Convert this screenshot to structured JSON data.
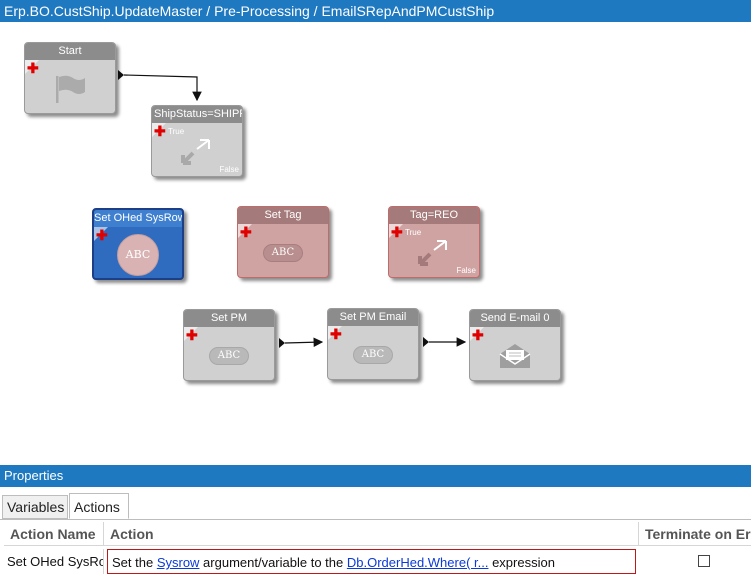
{
  "window": {
    "title": "Erp.BO.CustShip.UpdateMaster / Pre-Processing / EmailSRepAndPMCustShip"
  },
  "workflow": {
    "nodes": [
      {
        "id": "start",
        "label": "Start",
        "icon": "flag-icon"
      },
      {
        "id": "shipstatus",
        "label": "ShipStatus=SHIPPED",
        "icon": "condition-arrows-icon",
        "true_label": "True",
        "false_label": "False"
      },
      {
        "id": "set-ohed-sysrow",
        "label": "Set OHed SysRow",
        "icon": "abc-icon",
        "glyph_text": "ABC",
        "selected": true
      },
      {
        "id": "set-tag",
        "label": "Set Tag",
        "icon": "abc-icon",
        "glyph_text": "ABC"
      },
      {
        "id": "tag-reo",
        "label": "Tag=REO",
        "icon": "condition-arrows-icon",
        "true_label": "True",
        "false_label": "False"
      },
      {
        "id": "set-pm",
        "label": "Set PM",
        "icon": "abc-icon",
        "glyph_text": "ABC"
      },
      {
        "id": "set-pm-email",
        "label": "Set PM Email",
        "icon": "abc-icon",
        "glyph_text": "ABC"
      },
      {
        "id": "send-email",
        "label": "Send E-mail 0",
        "icon": "envelope-icon"
      }
    ],
    "plus_glyph": "✚"
  },
  "properties": {
    "title": "Properties",
    "tabs": [
      "Variables",
      "Actions"
    ],
    "active_tab": "Actions",
    "columns": [
      "Action Name",
      "Action",
      "Terminate on Error"
    ],
    "rows": [
      {
        "action_name": "Set OHed SysRow",
        "action_prefix": "Set the ",
        "action_link1": "Sysrow",
        "action_middle": " argument/variable to the ",
        "action_link2": "Db.OrderHed.Where( r...",
        "action_suffix": " expression",
        "terminate_on_error": false
      }
    ]
  },
  "colors": {
    "title_bar": "#1e79c1",
    "selected_node": "#2f6cc0",
    "disabled_node": "#d0a3a3",
    "plus": "#e00000",
    "error_border": "#c01818"
  }
}
